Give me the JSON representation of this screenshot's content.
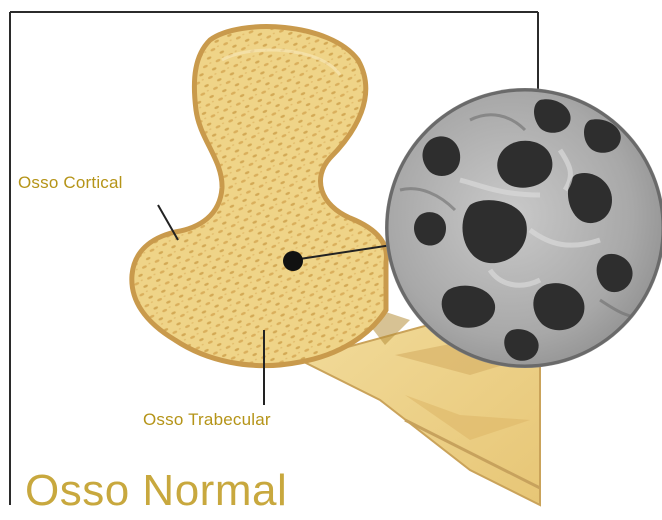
{
  "labels": {
    "cortical": "Osso Cortical",
    "trabecular": "Osso Trabecular"
  },
  "title": "Osso Normal",
  "colors": {
    "bone_fill": "#efd488",
    "bone_cortex": "#c99a4c",
    "label_text": "#b59418",
    "title_text": "#c8a83e",
    "frame": "#2b2b2b",
    "micrograph_gray": "#9c9c9c"
  }
}
